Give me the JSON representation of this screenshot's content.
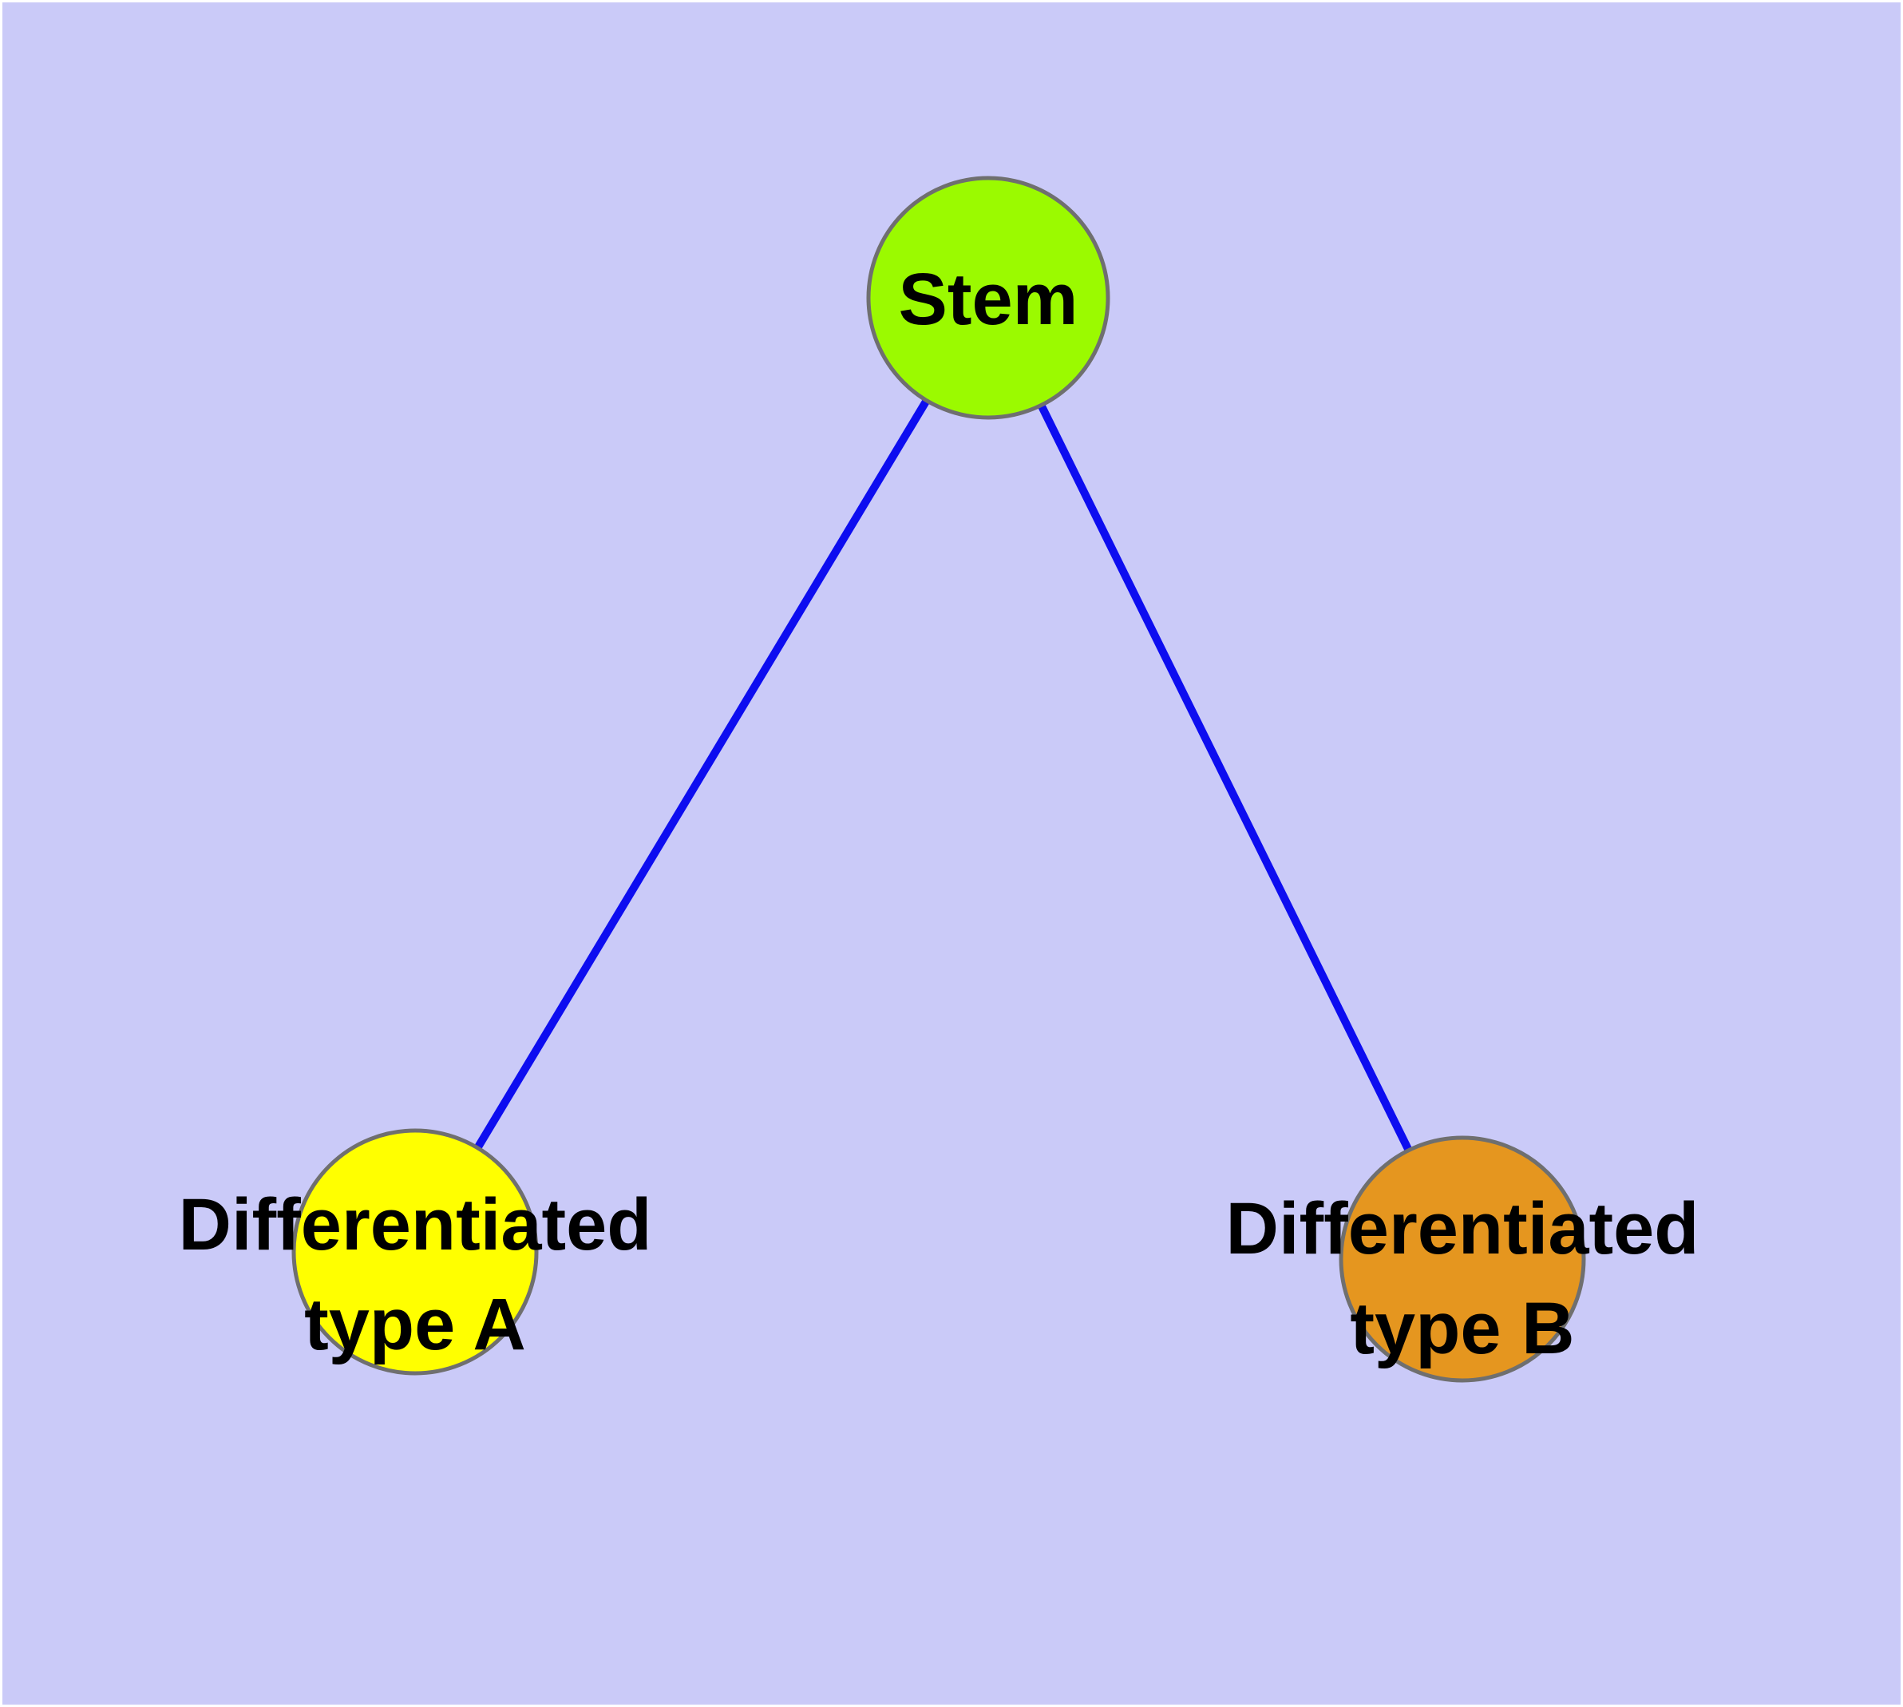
{
  "diagram": {
    "description": "Cell differentiation tree: a Stem node with two child nodes",
    "background_color": "#cacaf8",
    "frame_color": "#ffffff",
    "edge_color": "#0d0df0",
    "node_border_color": "#6f6f6f",
    "label_color": "#000000",
    "nodes": {
      "stem": {
        "label": "Stem",
        "color": "#9bfa00"
      },
      "type_a": {
        "label_line1": "Differentiated",
        "label_line2": "type A",
        "color": "#ffff00"
      },
      "type_b": {
        "label_line1": "Differentiated",
        "label_line2": "type B",
        "color": "#e5961f"
      }
    },
    "edges": [
      {
        "from": "Stem",
        "to": "Differentiated type A"
      },
      {
        "from": "Stem",
        "to": "Differentiated type B"
      }
    ]
  }
}
